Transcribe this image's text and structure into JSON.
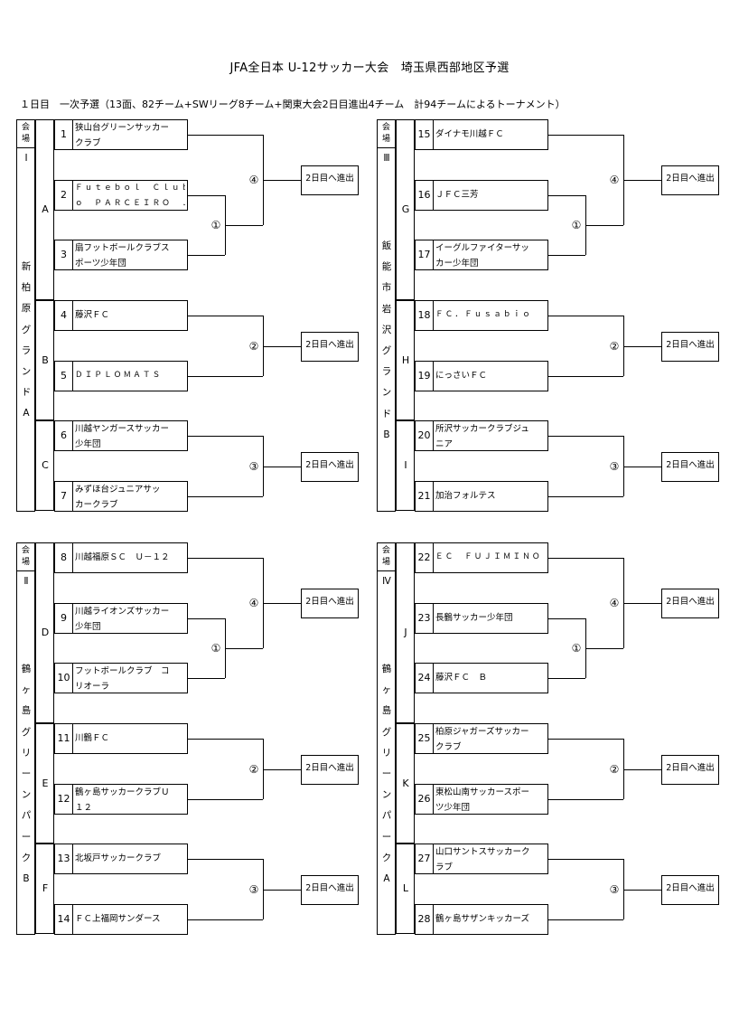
{
  "title": "JFA全日本 U-12サッカー大会　埼玉県西部地区予選",
  "subtitle": "１日目　一次予選（13面、82チーム+SWリーグ8チーム+関東大会2日目進出4チーム　計94チームによるトーナメント）",
  "venue_label": [
    "会",
    "場"
  ],
  "advance_label": "2日目へ進出",
  "quadrants": [
    {
      "venue_num": "Ⅰ",
      "venue_name": [
        "新",
        "柏",
        "原",
        "グ",
        "ラ",
        "ン",
        "ド",
        "A"
      ],
      "groups": [
        {
          "letter": "A",
          "type": 3,
          "teams": [
            {
              "num": "1",
              "lines": [
                "狭山台グリーンサッカー",
                "クラブ"
              ]
            },
            {
              "num": "2",
              "lines": [
                "Ｆｕｔｅｂｏｌ　Ｃｌｕｂｅ　ｄ",
                "ｏ　ＰＡＲＣＥＩＲＯ　Ｊｒ"
              ],
              "spaced": true
            },
            {
              "num": "3",
              "lines": [
                "扇フットボールクラブス",
                "ポーツ少年団"
              ]
            }
          ],
          "marks": [
            "①",
            "④"
          ]
        },
        {
          "letter": "B",
          "type": 2,
          "teams": [
            {
              "num": "4",
              "lines": [
                "藤沢ＦＣ"
              ]
            },
            {
              "num": "5",
              "lines": [
                "ＤＩＰＬＯＭＡＴＳ"
              ],
              "spaced": true
            }
          ],
          "marks": [
            "②"
          ]
        },
        {
          "letter": "C",
          "type": 2,
          "teams": [
            {
              "num": "6",
              "lines": [
                "川越ヤンガースサッカー",
                "少年団"
              ]
            },
            {
              "num": "7",
              "lines": [
                "みずほ台ジュニアサッ",
                "カークラブ"
              ]
            }
          ],
          "marks": [
            "③"
          ]
        }
      ]
    },
    {
      "venue_num": "Ⅲ",
      "venue_name": [
        "飯",
        "能",
        "市",
        "岩",
        "沢",
        "グ",
        "ラ",
        "ン",
        "ド",
        "B"
      ],
      "groups": [
        {
          "letter": "G",
          "type": 3,
          "teams": [
            {
              "num": "15",
              "lines": [
                "ダイナモ川越ＦＣ"
              ]
            },
            {
              "num": "16",
              "lines": [
                "ＪＦＣ三芳"
              ]
            },
            {
              "num": "17",
              "lines": [
                "イーグルファイターサッ",
                "カー少年団"
              ]
            }
          ],
          "marks": [
            "①",
            "④"
          ]
        },
        {
          "letter": "H",
          "type": 2,
          "teams": [
            {
              "num": "18",
              "lines": [
                "ＦＣ．Ｆｕｓａｂｉｏ"
              ],
              "spaced": true
            },
            {
              "num": "19",
              "lines": [
                "にっさいＦＣ"
              ]
            }
          ],
          "marks": [
            "②"
          ]
        },
        {
          "letter": "I",
          "type": 2,
          "teams": [
            {
              "num": "20",
              "lines": [
                "所沢サッカークラブジュ",
                "ニア"
              ]
            },
            {
              "num": "21",
              "lines": [
                "加治フォルテス"
              ]
            }
          ],
          "marks": [
            "③"
          ]
        }
      ]
    },
    {
      "venue_num": "Ⅱ",
      "venue_name": [
        "鶴",
        "ヶ",
        "島",
        "グ",
        "リ",
        "ー",
        "ン",
        "パ",
        "ー",
        "ク",
        "B"
      ],
      "groups": [
        {
          "letter": "D",
          "type": 3,
          "teams": [
            {
              "num": "8",
              "lines": [
                "川越福原ＳＣ　Ｕ－１２"
              ]
            },
            {
              "num": "9",
              "lines": [
                "川越ライオンズサッカー",
                "少年団"
              ]
            },
            {
              "num": "10",
              "lines": [
                "フットボールクラブ　コ",
                "リオーラ"
              ]
            }
          ],
          "marks": [
            "①",
            "④"
          ]
        },
        {
          "letter": "E",
          "type": 2,
          "teams": [
            {
              "num": "11",
              "lines": [
                "川鶴ＦＣ"
              ]
            },
            {
              "num": "12",
              "lines": [
                "鶴ヶ島サッカークラブＵ",
                "１２"
              ]
            }
          ],
          "marks": [
            "②"
          ]
        },
        {
          "letter": "F",
          "type": 2,
          "teams": [
            {
              "num": "13",
              "lines": [
                "北坂戸サッカークラブ"
              ]
            },
            {
              "num": "14",
              "lines": [
                "ＦＣ上福岡サンダース"
              ]
            }
          ],
          "marks": [
            "③"
          ]
        }
      ]
    },
    {
      "venue_num": "Ⅳ",
      "venue_name": [
        "鶴",
        "ヶ",
        "島",
        "グ",
        "リ",
        "ー",
        "ン",
        "パ",
        "ー",
        "ク",
        "A"
      ],
      "groups": [
        {
          "letter": "J",
          "type": 3,
          "teams": [
            {
              "num": "22",
              "lines": [
                "ＥＣ　ＦＵＪＩＭＩＮＯ"
              ],
              "spaced": true
            },
            {
              "num": "23",
              "lines": [
                "長鶴サッカー少年団"
              ]
            },
            {
              "num": "24",
              "lines": [
                "藤沢ＦＣ　Ｂ"
              ]
            }
          ],
          "marks": [
            "①",
            "④"
          ]
        },
        {
          "letter": "K",
          "type": 2,
          "teams": [
            {
              "num": "25",
              "lines": [
                "柏原ジャガーズサッカー",
                "クラブ"
              ]
            },
            {
              "num": "26",
              "lines": [
                "東松山南サッカースポー",
                "ツ少年団"
              ]
            }
          ],
          "marks": [
            "②"
          ]
        },
        {
          "letter": "L",
          "type": 2,
          "teams": [
            {
              "num": "27",
              "lines": [
                "山口サントスサッカーク",
                "ラブ"
              ]
            },
            {
              "num": "28",
              "lines": [
                "鶴ヶ島サザンキッカーズ"
              ]
            }
          ],
          "marks": [
            "③"
          ]
        }
      ]
    }
  ]
}
